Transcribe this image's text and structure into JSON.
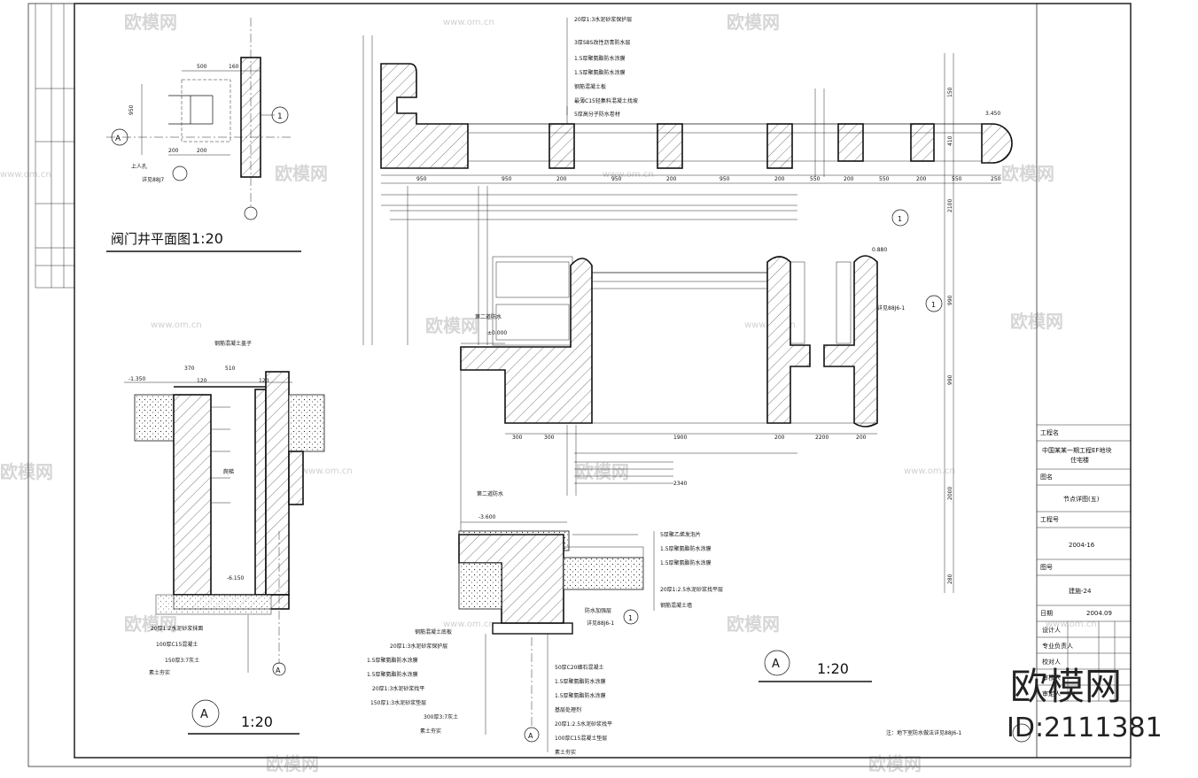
{
  "drawing": {
    "valve_plan_title": "阀门井平面图",
    "valve_plan_scale": "1:20",
    "section_a_marker": "A",
    "section_a_scale": "1:20",
    "section_a2_marker": "A",
    "section_a2_scale": "1:20",
    "axis_a": "A",
    "axis_1": "1",
    "detail_ref": "详见88J7",
    "note_bottom_right": "注：地下室防水做法详见88J6-1",
    "elevations": [
      "-1.350",
      "±0.000",
      "-3.600",
      "-6.150",
      "3.450",
      "0.880"
    ],
    "dims_top": [
      "950",
      "950",
      "200",
      "950",
      "200",
      "950",
      "200",
      "550",
      "200",
      "550",
      "200",
      "550",
      "250"
    ],
    "dims_mid": [
      "300",
      "300",
      "1900",
      "200",
      "2200",
      "200"
    ],
    "dims_total": "2340",
    "dims_right": [
      "150",
      "410",
      "2100",
      "990",
      "990",
      "2000",
      "280"
    ],
    "dims_left_section": [
      "370",
      "120",
      "510",
      "120"
    ],
    "dims_valve": [
      "500",
      "160",
      "950",
      "200",
      "200"
    ],
    "layers_top": [
      "20厚1:3水泥砂浆保护层",
      "3厚SBS改性沥青防水层",
      "1.5厚聚氨酯防水涂膜",
      "1.5厚聚氨酯防水涂膜",
      "钢筋混凝土板",
      "最薄C15轻集料混凝土找坡",
      "5厚高分子防水卷材"
    ],
    "layers_mid_right": [
      "5厚聚乙烯发泡片",
      "1.5厚聚氨酯防水涂膜",
      "1.5厚聚氨酯防水涂膜",
      "20厚1:2.5水泥砂浆找平层",
      "钢筋混凝土墙"
    ],
    "layers_bottom_center": [
      "钢筋混凝土底板",
      "20厚1:3水泥砂浆保护层",
      "1.5厚聚氨酯防水涂膜",
      "1.5厚聚氨酯防水涂膜",
      "20厚1:3水泥砂浆找平",
      "150厚1:3水泥砂浆垫层",
      "300厚3:7灰土",
      "素土夯实"
    ],
    "layers_bottom_right": [
      "50厚C20细石混凝土",
      "1.5厚聚氨酯防水涂膜",
      "1.5厚聚氨酯防水涂膜",
      "基层处理剂",
      "20厚1:2.5水泥砂浆找平",
      "100厚C15混凝土垫层",
      "素土夯实"
    ],
    "layers_left": [
      "20厚1:2水泥砂浆抹面",
      "100厚C15混凝土",
      "150厚3:7灰土",
      "素土夯实"
    ],
    "labels_misc": [
      "钢筋混凝土盖子",
      "上人孔",
      "爬梯",
      "第二道防水",
      "防水加强层",
      "详见88J6-1"
    ]
  },
  "title_block": {
    "project_label": "工程名",
    "project_name": "中国某某一期工程EF地块",
    "project_sub": "住宅楼",
    "drawing_label": "图名",
    "drawing_name": "节点详图(五)",
    "job_label": "工程号",
    "job_no": "2004-16",
    "sheet_label": "图号",
    "sheet_no": "建施-24",
    "date_label": "日期",
    "date": "2004.09",
    "roles": [
      "设计人",
      "专业负责人",
      "校对人",
      "审核人",
      "审定人"
    ]
  },
  "watermark": {
    "brand": "欧模网",
    "url": "www.om.cn",
    "id": "ID:2111381"
  }
}
